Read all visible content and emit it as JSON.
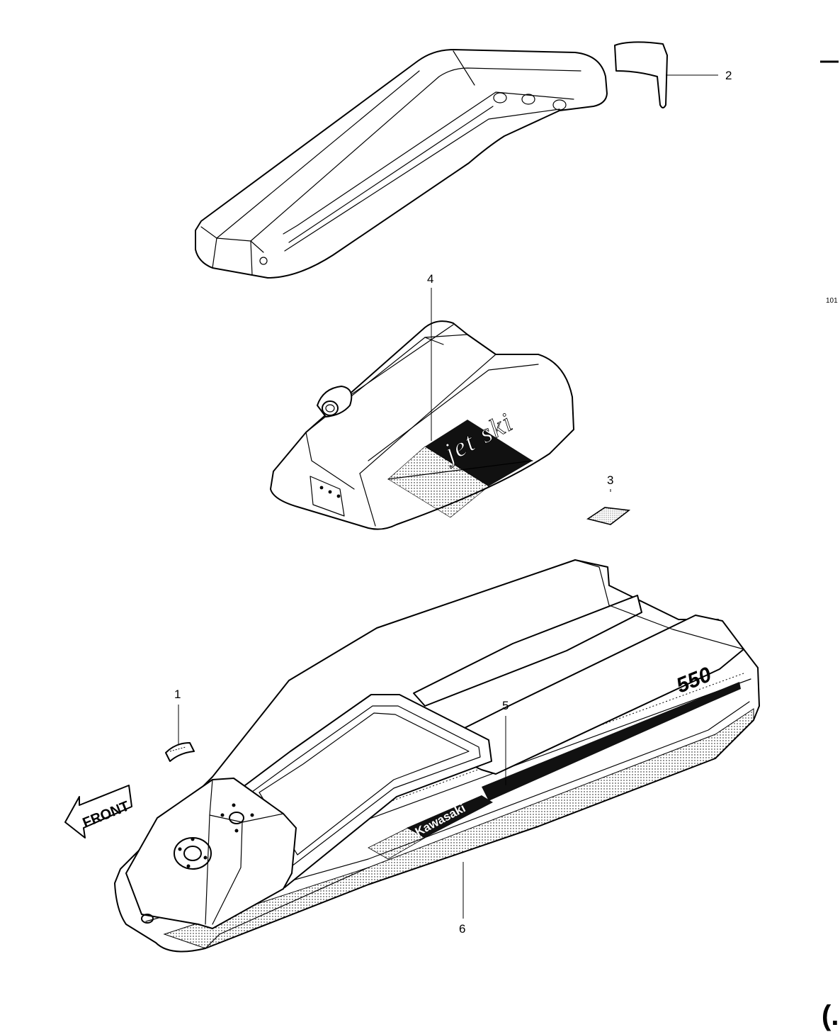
{
  "page_number": "101",
  "callouts": {
    "c1": "1",
    "c2": "2",
    "c3": "3",
    "c4": "4",
    "c5": "5",
    "c6": "6"
  },
  "decals": {
    "jetski": "jet ski",
    "kawasaki": "Kawasaki",
    "model": "550"
  },
  "direction_arrow": "FRONT",
  "corner_mark": "(."
}
